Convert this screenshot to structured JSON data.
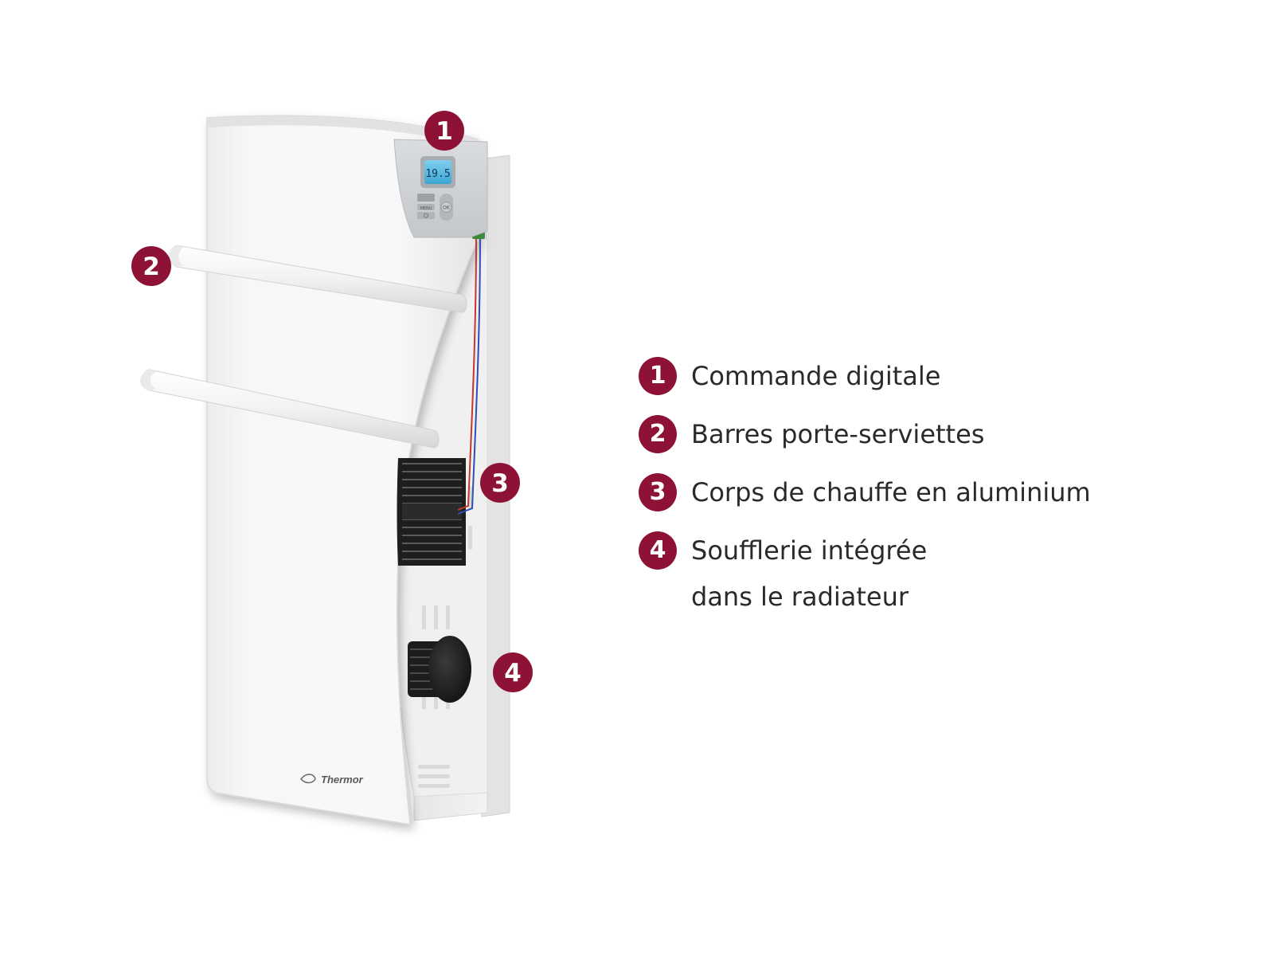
{
  "product": {
    "brand": "Thermor",
    "display_reading": "19.5",
    "buttons": {
      "menu": "MENU",
      "ok": "OK"
    }
  },
  "legend": {
    "items": [
      {
        "number": "1",
        "label": "Commande digitale"
      },
      {
        "number": "2",
        "label": "Barres porte-serviettes"
      },
      {
        "number": "3",
        "label": "Corps de chauffe en aluminium"
      },
      {
        "number": "4",
        "label": "Soufflerie intégrée\ndans le radiateur"
      }
    ]
  },
  "colors": {
    "badge": "#8e1136",
    "panel": "#f4f4f4",
    "panel_edge": "#d8d8d8",
    "control_panel": "#cfd1d4",
    "screen": "#4fb6df",
    "fins": "#1e1e1e",
    "text": "#2a2a2a"
  }
}
